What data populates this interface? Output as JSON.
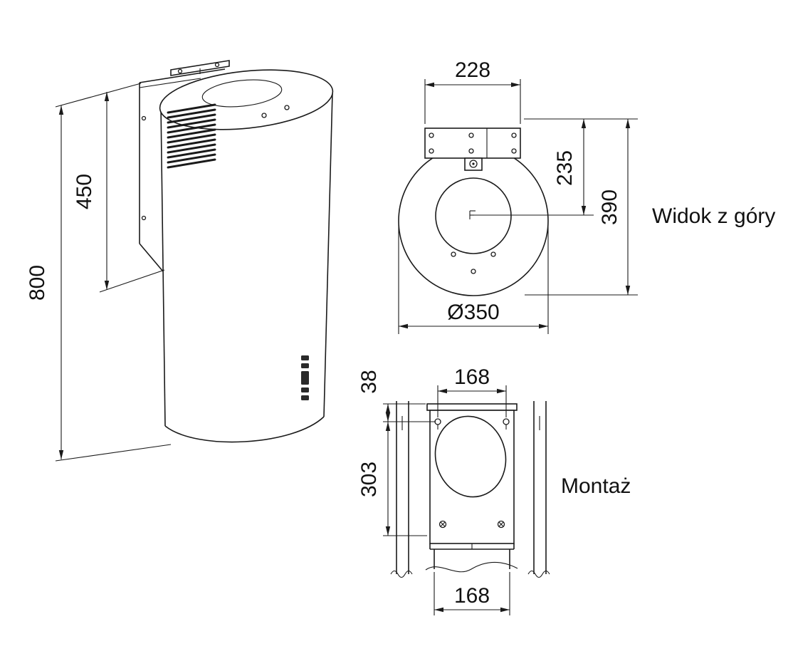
{
  "page": {
    "background": "#ffffff",
    "line_color": "#1a1a1a"
  },
  "views": {
    "front": {
      "dims": {
        "height_800": "800",
        "bracket_450": "450"
      }
    },
    "top": {
      "label": "Widok z góry",
      "dims": {
        "width_228": "228",
        "offset_235": "235",
        "depth_390": "390",
        "diameter_350": "Ø350"
      }
    },
    "mounting": {
      "label": "Montaż",
      "dims": {
        "hook_38": "38",
        "spacing_168_top": "168",
        "height_303": "303",
        "width_168_bottom": "168"
      }
    }
  }
}
